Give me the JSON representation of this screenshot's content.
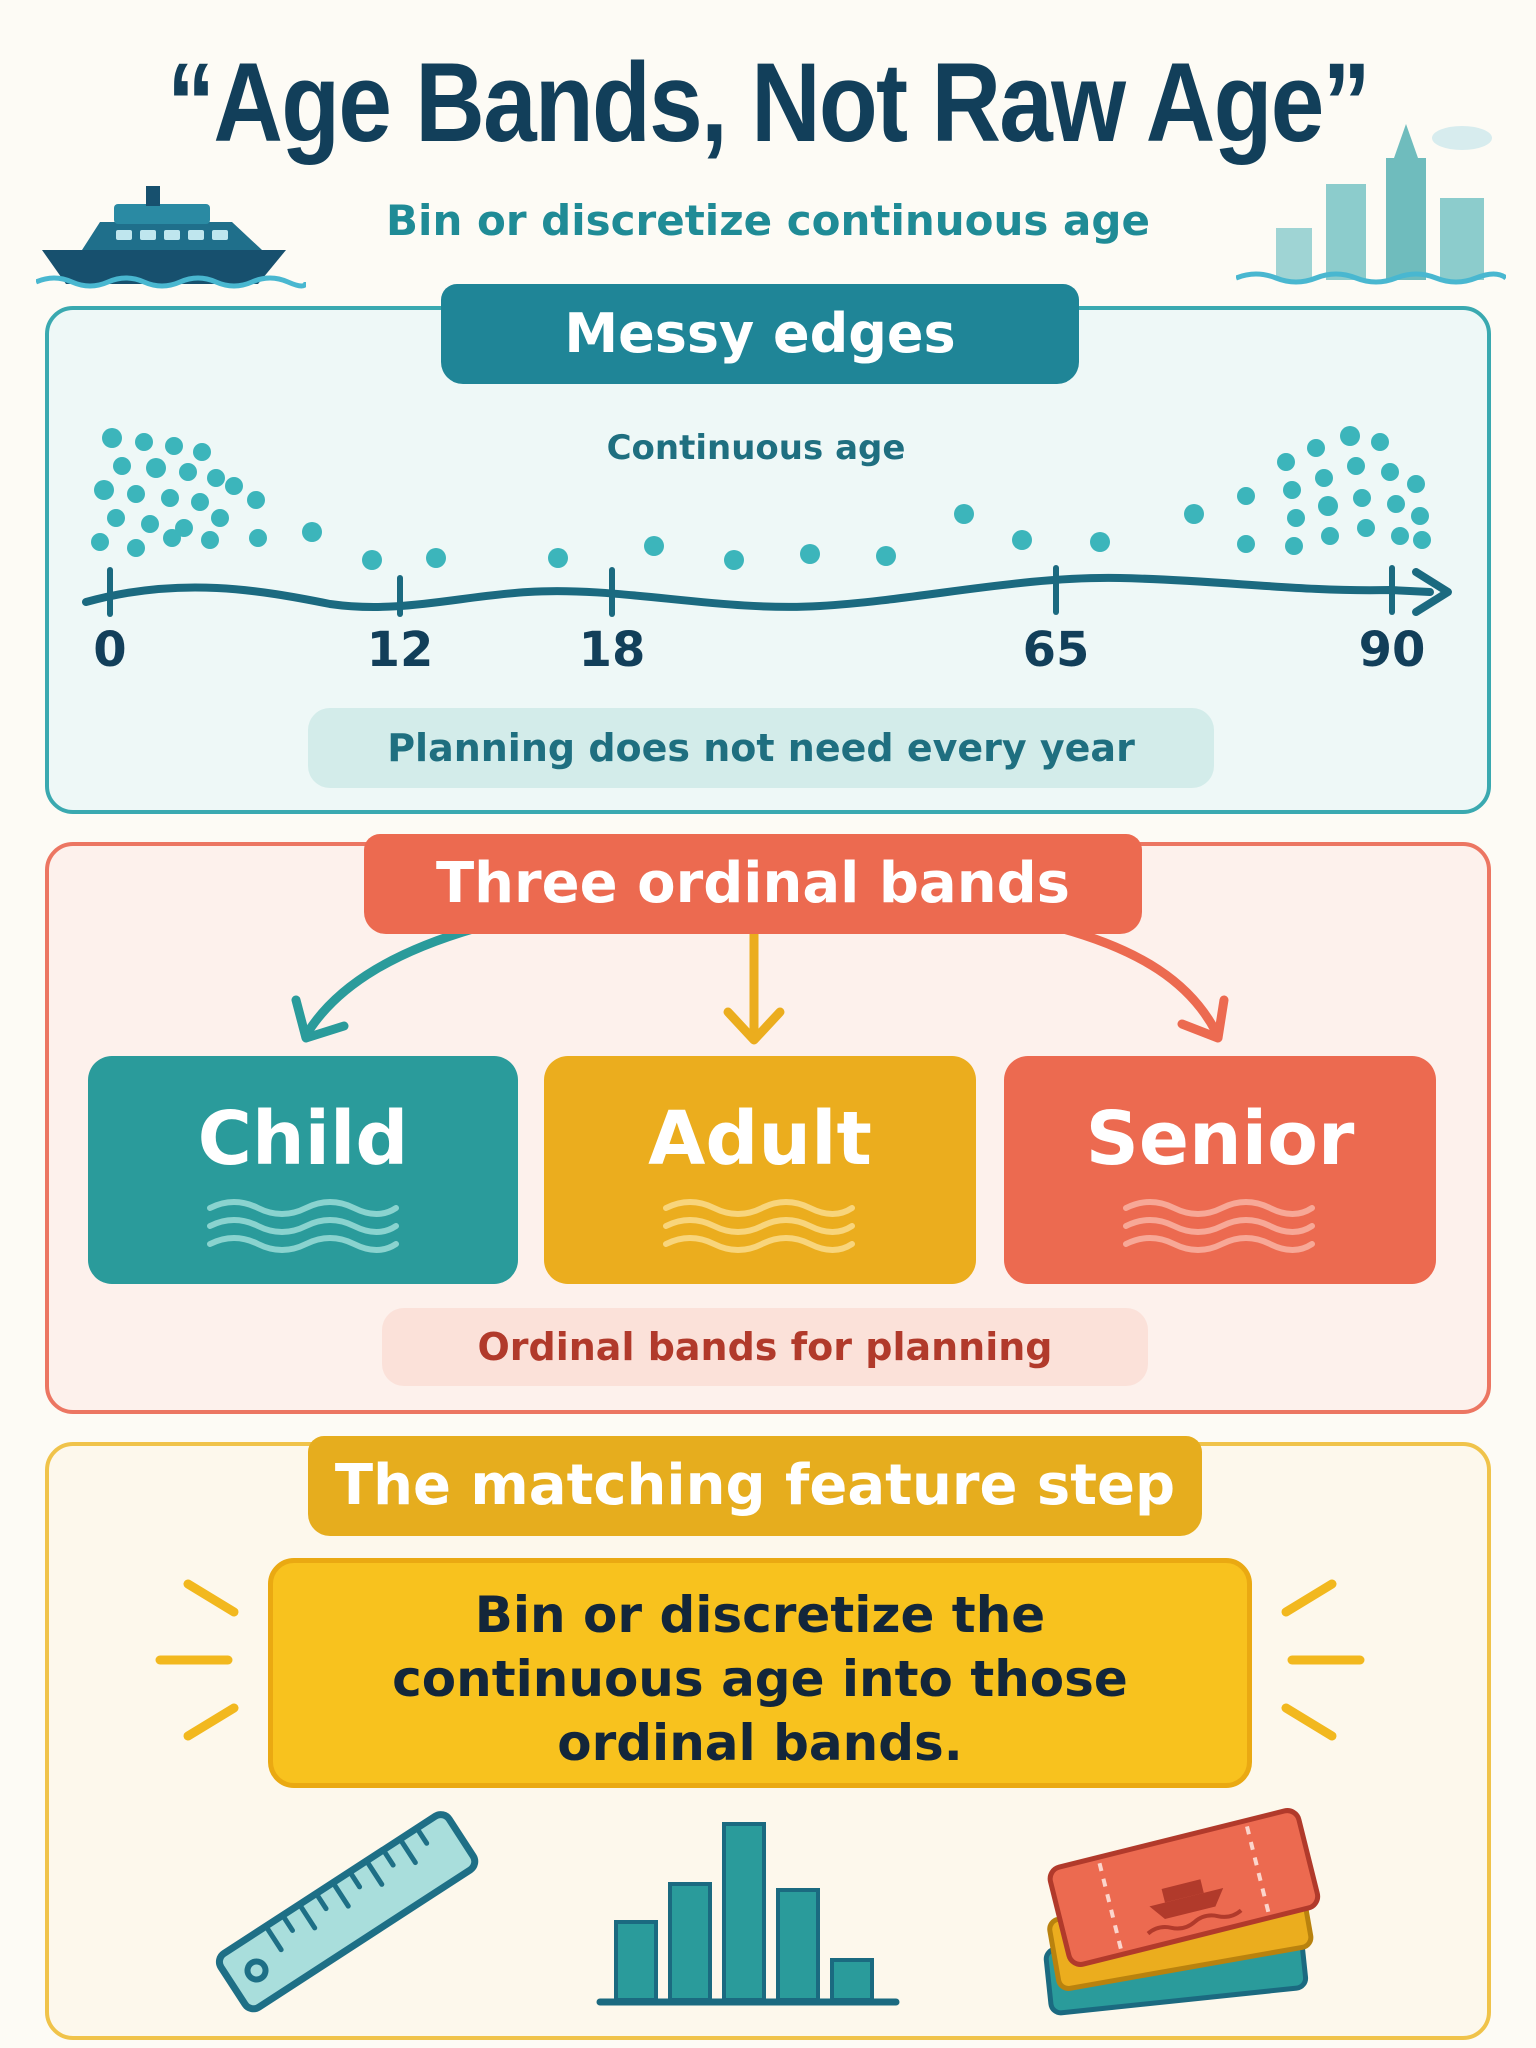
{
  "header": {
    "title": "“Age Bands, Not Raw Age”",
    "subtitle": "Bin or discretize continuous age"
  },
  "section1": {
    "tab": "Messy edges",
    "axis_label": "Continuous age",
    "ticks": [
      "0",
      "12",
      "18",
      "65",
      "90"
    ],
    "note": "Planning does not need every year"
  },
  "section2": {
    "tab": "Three ordinal bands",
    "bands": [
      "Child",
      "Adult",
      "Senior"
    ],
    "note": "Ordinal bands for planning"
  },
  "section3": {
    "tab": "The matching feature step",
    "callout_lines": [
      "Bin or discretize the",
      "continuous age into those",
      "ordinal bands."
    ]
  },
  "colors": {
    "teal": "#2a9b9b",
    "gold": "#ebad1e",
    "coral": "#ec6a50",
    "navy": "#123f5a"
  },
  "icons": [
    "ship-icon",
    "city-skyline-icon",
    "ruler-icon",
    "histogram-icon",
    "tickets-icon"
  ]
}
